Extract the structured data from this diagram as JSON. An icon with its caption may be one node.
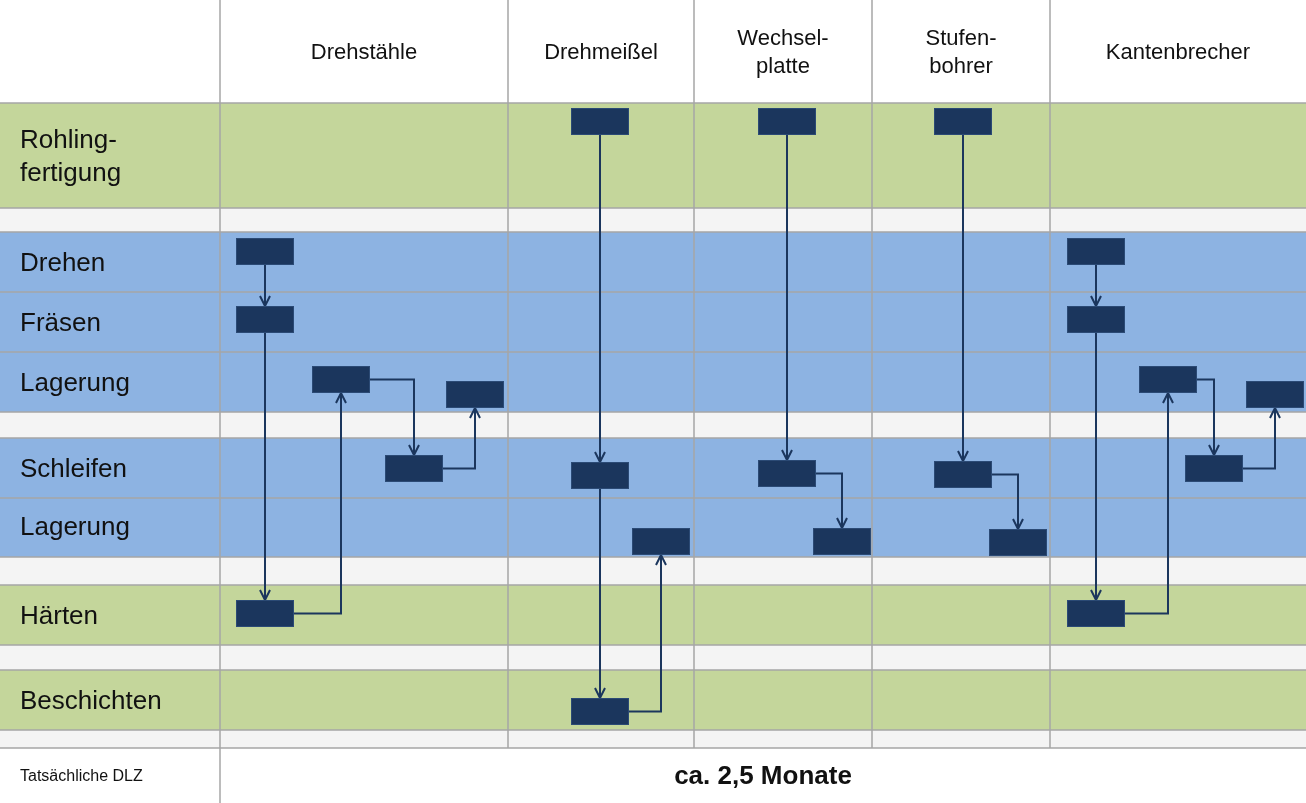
{
  "diagram": {
    "nodes": [
      {
        "text": [],
        "shape": "box"
      },
      {
        "text": [],
        "shape": "box"
      },
      {
        "text": [],
        "shape": "box"
      },
      {
        "text": [],
        "shape": "box"
      },
      {
        "text": [],
        "shape": "box"
      },
      {
        "text": [],
        "shape": "box"
      },
      {
        "text": [],
        "shape": "box"
      },
      {
        "text": [],
        "shape": "box"
      },
      {
        "text": [],
        "shape": "box"
      },
      {
        "text": [],
        "shape": "box"
      },
      {
        "text": [],
        "shape": "box"
      },
      {
        "text": [],
        "shape": "box"
      },
      {
        "text": [],
        "shape": "box"
      },
      {
        "text": [],
        "shape": "box"
      },
      {
        "text": [],
        "shape": "box"
      },
      {
        "text": [],
        "shape": "box"
      },
      {
        "text": [],
        "shape": "box"
      },
      {
        "text": [],
        "shape": "box"
      },
      {
        "text": [],
        "shape": "box"
      },
      {
        "text": [],
        "shape": "box"
      },
      {
        "text": [],
        "shape": "box"
      },
      {
        "text": [],
        "shape": "box"
      }
    ],
    "edges": [
      {
        "from": 3,
        "to": 5,
        "arrow": "to"
      },
      {
        "from": 5,
        "to": 19,
        "arrow": "to"
      },
      {
        "from": 19,
        "to": 7,
        "arrow": "to"
      },
      {
        "from": 7,
        "to": 11,
        "arrow": "to"
      },
      {
        "from": 11,
        "to": 8,
        "arrow": "to"
      },
      {
        "from": 0,
        "to": 12,
        "arrow": "to"
      },
      {
        "from": 12,
        "to": 21,
        "arrow": "to"
      },
      {
        "from": 21,
        "to": 16,
        "arrow": "to"
      },
      {
        "from": 1,
        "to": 13,
        "arrow": "to"
      },
      {
        "from": 13,
        "to": 17,
        "arrow": "to"
      },
      {
        "from": 2,
        "to": 14,
        "arrow": "to"
      },
      {
        "from": 14,
        "to": 18,
        "arrow": "to"
      },
      {
        "from": 4,
        "to": 6,
        "arrow": "to"
      },
      {
        "from": 6,
        "to": 20,
        "arrow": "to"
      },
      {
        "from": 20,
        "to": 9,
        "arrow": "to"
      },
      {
        "from": 9,
        "to": 15,
        "arrow": "to"
      },
      {
        "from": 15,
        "to": 10,
        "arrow": "to"
      }
    ],
    "labels": [
      "Drehstähle",
      "Drehmeißel",
      "Wechsel- platte",
      "Stufen- bohrer",
      "Kantenbrecher",
      "Rohling- fertigung",
      "Drehen",
      "Fräsen",
      "Lagerung",
      "Schleifen",
      "Lagerung",
      "Härten",
      "Beschichten",
      "Tatsächliche DLZ",
      "ca. 2,5 Monate"
    ]
  }
}
